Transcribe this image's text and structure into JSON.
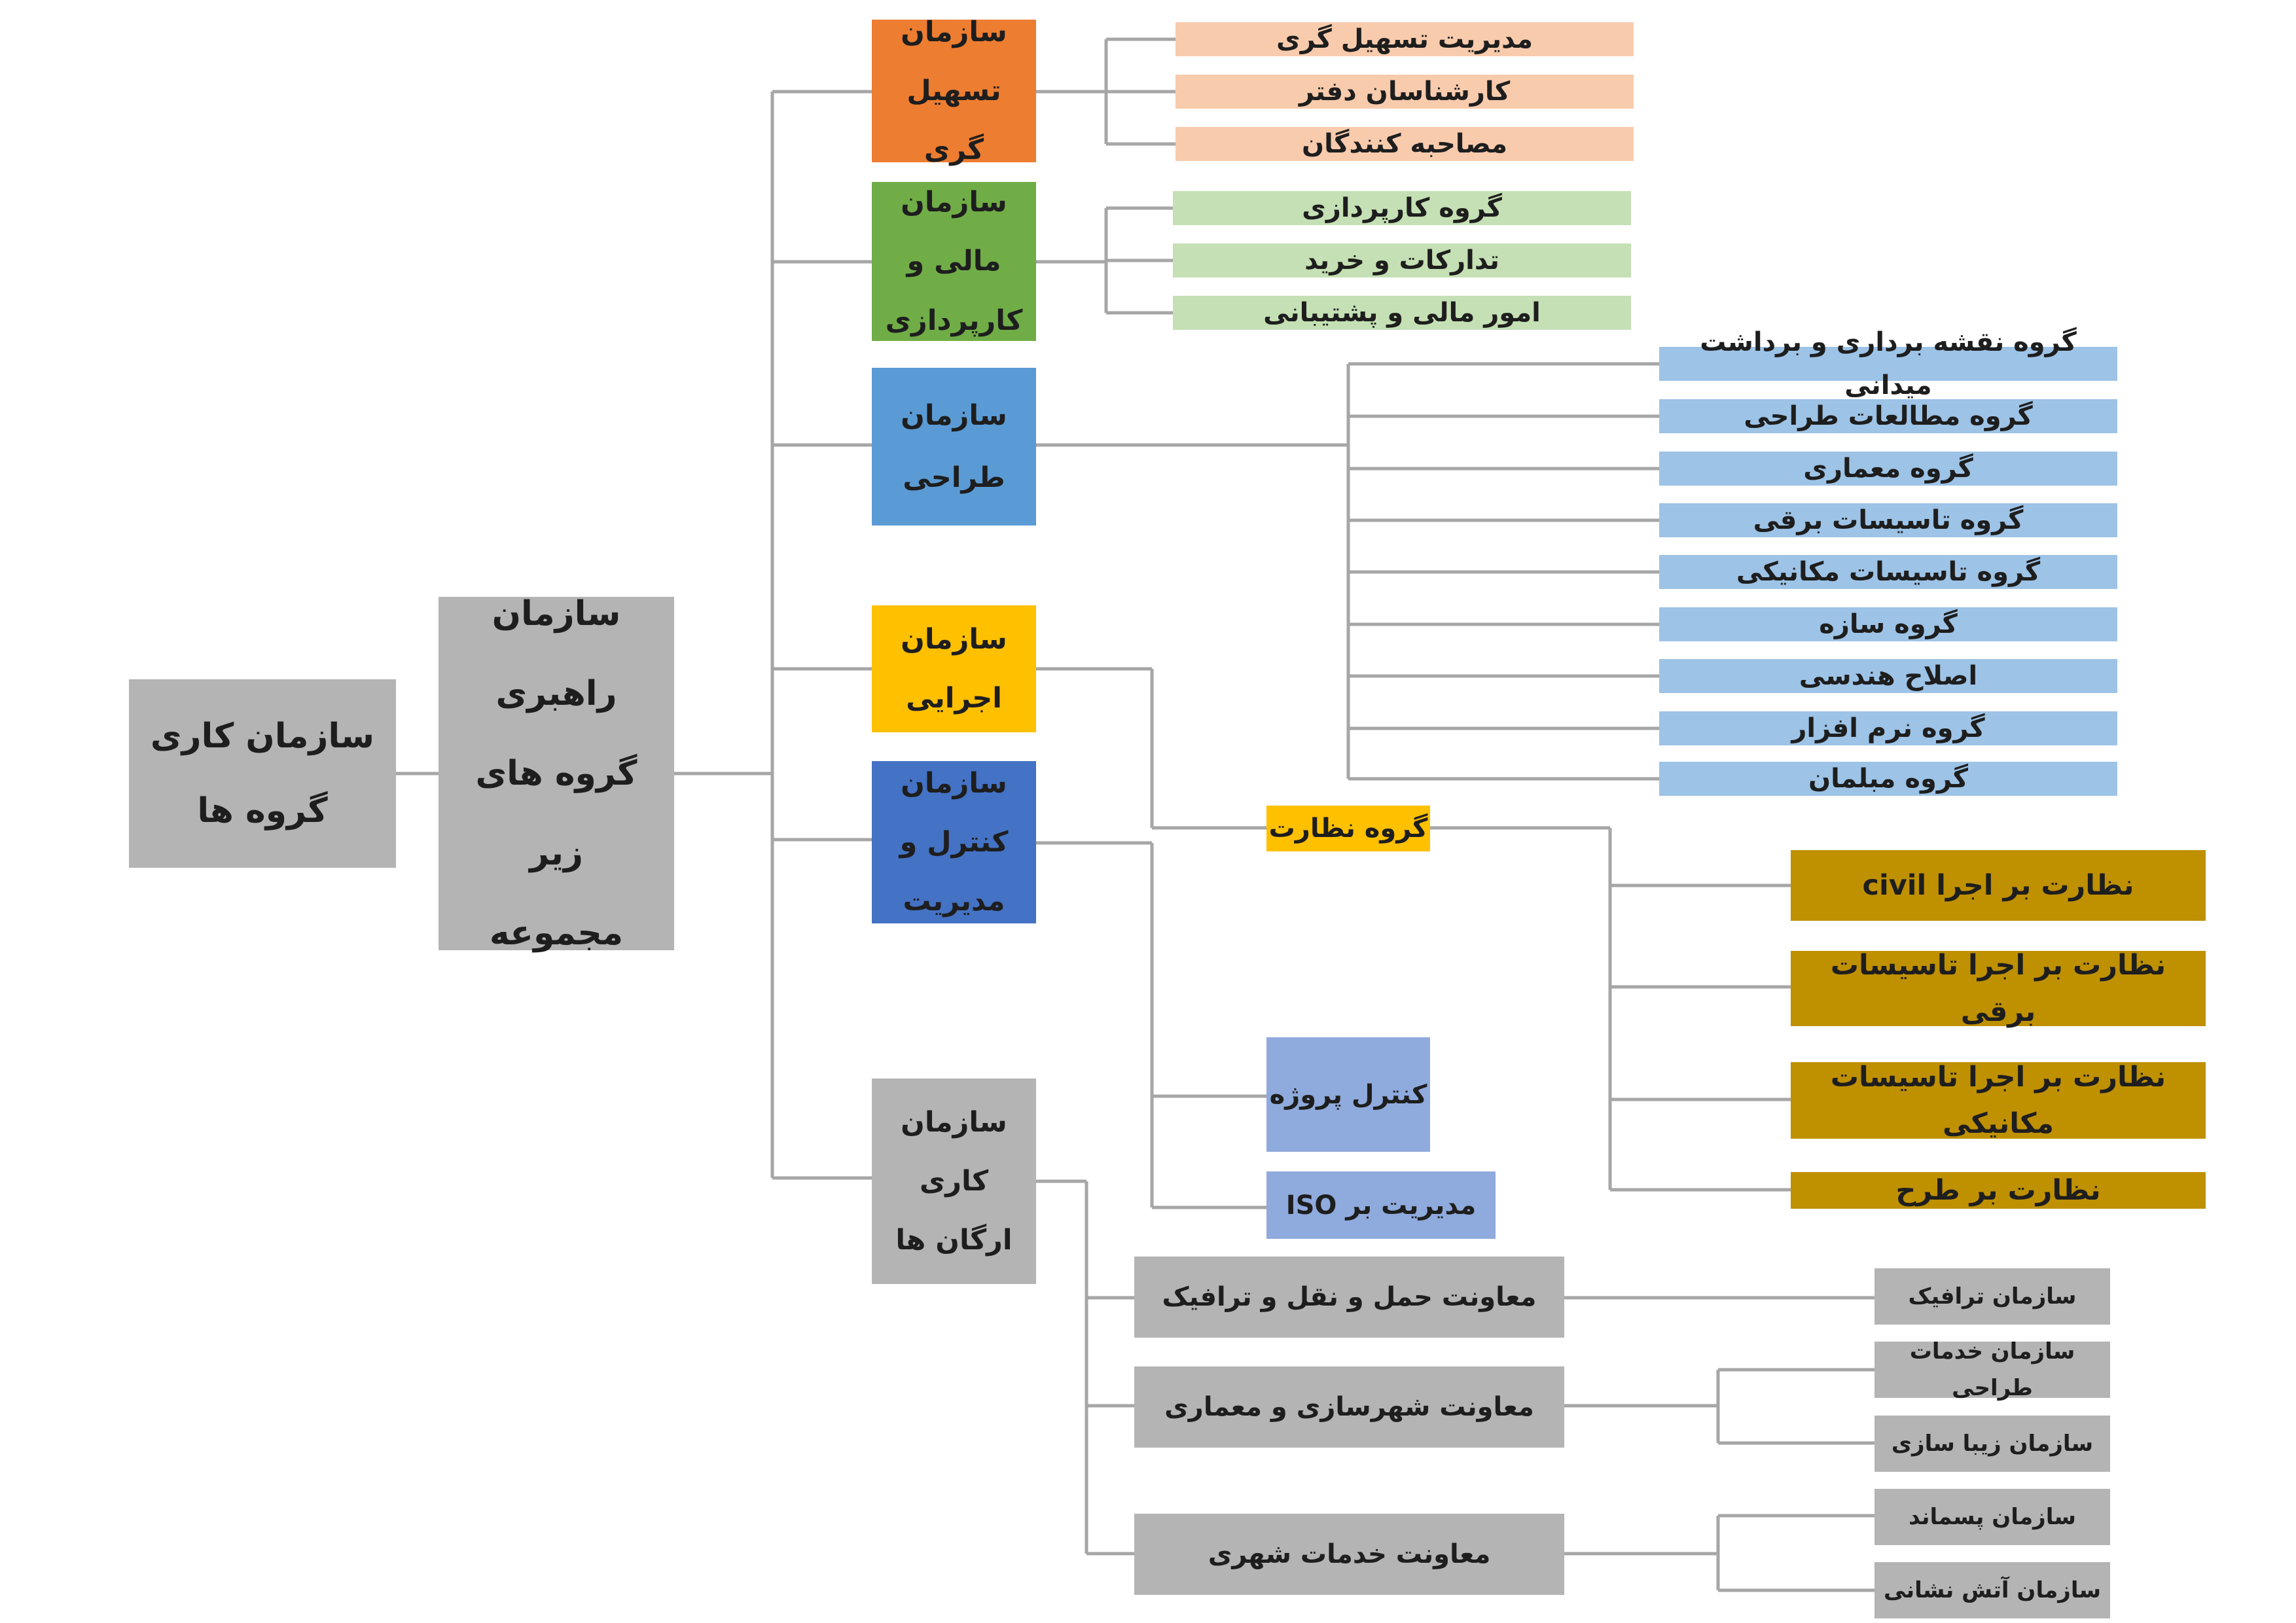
{
  "colors": {
    "line": "#a6a6a6",
    "gray": "#b4b4b4",
    "orange": "#ed7d31",
    "orange_light": "#f8cbad",
    "green": "#70ad47",
    "green_light": "#c5e0b4",
    "blue": "#5b9bd5",
    "blue_light": "#9dc3e6",
    "yellow": "#ffc000",
    "navy": "#4472c4",
    "gold": "#bf9000",
    "periwinkle": "#8faadc"
  },
  "root": {
    "label": "سازمان کاری گروه ها"
  },
  "leadership": {
    "label": "سازمان راهبری گروه های زیر مجموعه"
  },
  "org_facilitation": {
    "label": "سازمان تسهیل گری",
    "children": [
      "مدیریت تسهیل گری",
      "کارشناسان دفتر",
      "مصاحبه کنندگان"
    ]
  },
  "org_finance": {
    "label": "سازمان مالی و کارپردازی",
    "children": [
      "گروه کارپردازی",
      "تدارکات و خرید",
      "امور مالی و پشتیبانی"
    ]
  },
  "org_design": {
    "label": "سازمان طراحی",
    "children": [
      "گروه نقشه برداری و برداشت میدانی",
      "گروه مطالعات طراحی",
      "گروه معماری",
      "گروه تاسیسات برقی",
      "گروه تاسیسات مکانیکی",
      "گروه سازه",
      "اصلاح هندسی",
      "گروه نرم افزار",
      "گروه مبلمان"
    ]
  },
  "org_executive": {
    "label": "سازمان اجرایی",
    "supervision": {
      "label": "گروه نظارت",
      "children": [
        "نظارت بر اجرا civil",
        "نظارت بر اجرا تاسیسات برقی",
        "نظارت بر اجرا تاسیسات مکانیکی",
        "نظارت بر طرح"
      ]
    }
  },
  "org_control": {
    "label": "سازمان کنترل و مدیریت",
    "children": [
      "کنترل پروژه",
      "مدیریت بر ISO"
    ]
  },
  "org_agencies": {
    "label": "سازمان کاری ارگان ها",
    "deputies": [
      {
        "label": "معاونت حمل و نقل و ترافیک",
        "children": [
          "سازمان ترافیک"
        ]
      },
      {
        "label": "معاونت شهرسازی و معماری",
        "children": [
          "سازمان خدمات طراحی",
          "سازمان زیبا سازی"
        ]
      },
      {
        "label": "معاونت خدمات شهری",
        "children": [
          "سازمان پسماند",
          "سازمان آتش نشانی"
        ]
      }
    ]
  }
}
